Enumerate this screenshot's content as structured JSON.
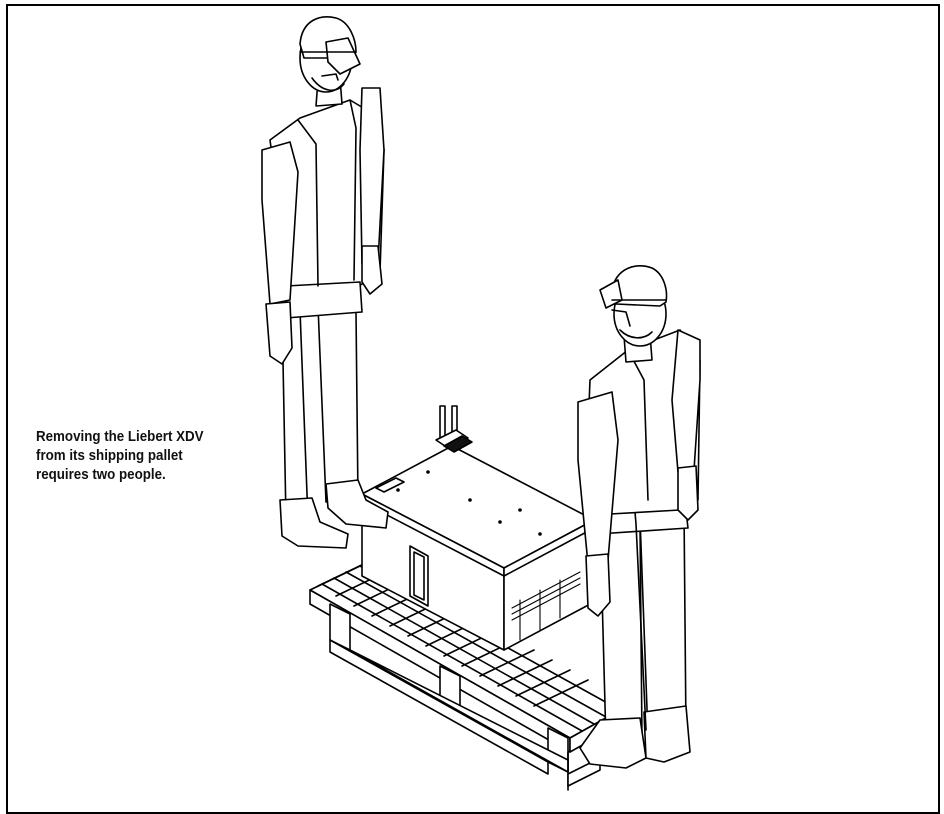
{
  "caption": {
    "line1": "Removing the Liebert XDV",
    "line2": "from its shipping pallet",
    "line3": "requires two people."
  },
  "colors": {
    "line": "#000000",
    "background": "#ffffff"
  }
}
